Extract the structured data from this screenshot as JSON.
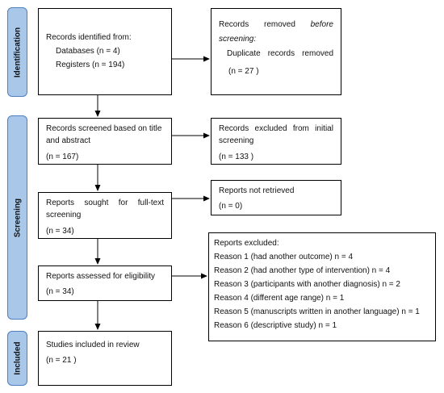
{
  "phases": {
    "identification": "Identification",
    "screening": "Screening",
    "included": "Included"
  },
  "boxes": {
    "identified": {
      "heading": "Records identified from:",
      "databases": "Databases (n = 4)",
      "registers": "Registers (n = 194)"
    },
    "removed": {
      "word1": "Records",
      "word2": "removed",
      "word3": "before",
      "word4": "screening:",
      "dup1": "Duplicate",
      "dup2": "records",
      "dup3": "removed",
      "count": "(n = 27 )"
    },
    "screened": {
      "line1": "Records screened based on title",
      "line2": "and abstract",
      "count": "(n = 167)"
    },
    "excluded": {
      "w1": "Records",
      "w2": "excluded",
      "w3": "from",
      "w4": "initial",
      "line2": "screening",
      "count": "(n = 133 )"
    },
    "sought": {
      "w1": "Reports",
      "w2": "sought",
      "w3": "for",
      "w4": "full-text",
      "line2": "screening",
      "count": "(n = 34)"
    },
    "not_retrieved": {
      "line1": "Reports not retrieved",
      "count": "(n = 0)"
    },
    "assessed": {
      "line1": "Reports assessed for eligibility",
      "count": "(n = 34)"
    },
    "reports_excluded": {
      "heading": "Reports excluded:",
      "reasons": [
        "Reason 1 (had another outcome) n = 4",
        "Reason 2 (had another type of intervention) n = 4",
        "Reason 3 (participants with another diagnosis) n = 2",
        "Reason 4 (different age range) n = 1",
        "Reason 5 (manuscripts written in another language) n = 1",
        "Reason 6 (descriptive study) n = 1"
      ]
    },
    "included_studies": {
      "line1": "Studies included in review",
      "count": "(n = 21 )"
    }
  }
}
